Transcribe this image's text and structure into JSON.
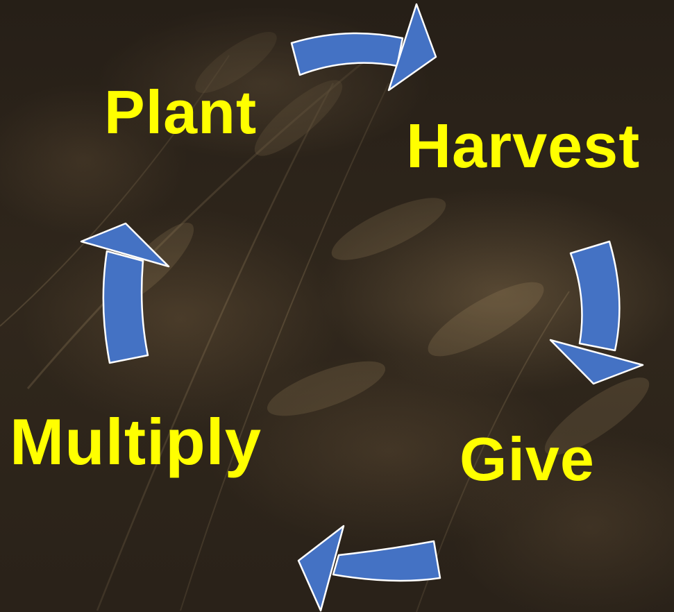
{
  "cycle": {
    "steps": [
      {
        "label": "Plant"
      },
      {
        "label": "Harvest"
      },
      {
        "label": "Give"
      },
      {
        "label": "Multiply"
      }
    ],
    "colors": {
      "text": "#ffff00",
      "arrow_fill": "#4472c4",
      "arrow_outline": "#ffffff",
      "background": "#2e2519"
    }
  }
}
